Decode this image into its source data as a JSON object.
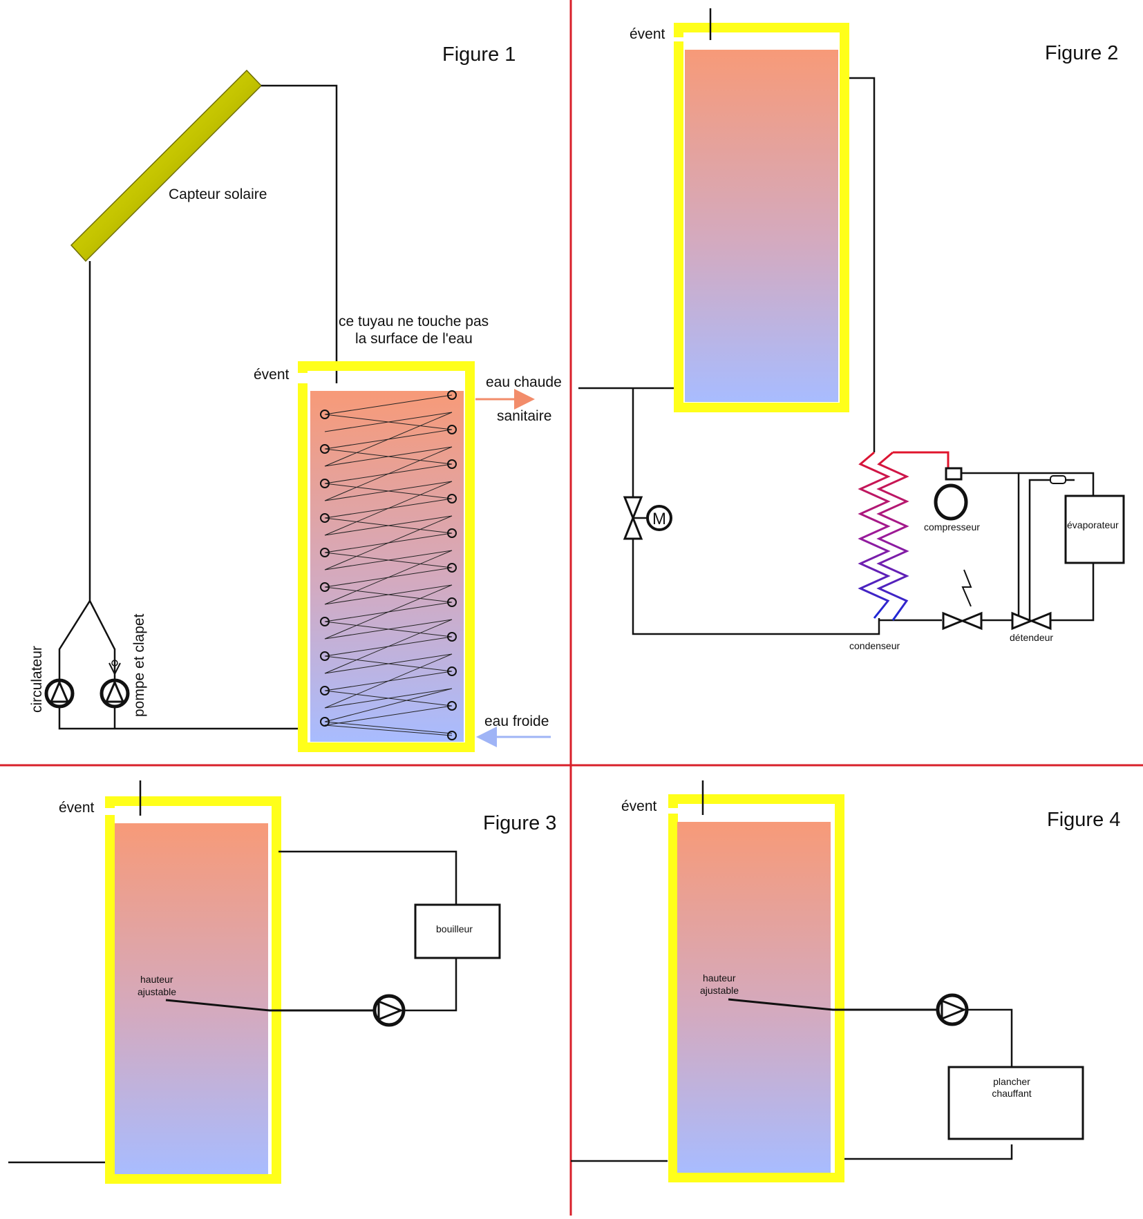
{
  "colors": {
    "divider": "#d8202a",
    "tank_frame": "#ffff1a",
    "water_hot": "#f79a78",
    "water_cold": "#a8bcff",
    "collector": "#b8b800",
    "refrigerant_hot": "#e0142c",
    "refrigerant_cold": "#1a28d8",
    "arrow_hot": "#f28c6a",
    "arrow_cold": "#9fb4f6",
    "pipe": "#111111"
  },
  "figure1": {
    "title": "Figure 1",
    "collector_label": "Capteur solaire",
    "pipe_note_line1": "ce tuyau ne touche pas",
    "pipe_note_line2": "la surface de l'eau",
    "vent_label": "évent",
    "hot_water_line1": "eau chaude",
    "hot_water_line2": "sanitaire",
    "cold_water_label": "eau froide",
    "circulator_label": "circulateur",
    "pump_valve_label": "pompe et clapet",
    "collector_icon": "solar-collector-icon",
    "pump_icon": "pump-icon",
    "coil_icon": "heat-exchanger-coil-icon"
  },
  "figure2": {
    "title": "Figure 2",
    "vent_label": "évent",
    "compressor_label": "compresseur",
    "evaporator_label": "évaporateur",
    "condenser_label": "condenseur",
    "expansion_label": "détendeur",
    "motor_letter": "M",
    "motor_valve_icon": "motorized-valve-icon",
    "expansion_valve_icon": "valve-icon",
    "solenoid_icon": "lightning-icon",
    "filter_icon": "filter-drier-icon"
  },
  "figure3": {
    "title": "Figure 3",
    "vent_label": "évent",
    "boiler_label": "bouilleur",
    "height_line1": "hauteur",
    "height_line2": "ajustable",
    "pump_icon": "pump-icon"
  },
  "figure4": {
    "title": "Figure 4",
    "vent_label": "évent",
    "floor_line1": "plancher",
    "floor_line2": "chauffant",
    "height_line1": "hauteur",
    "height_line2": "ajustable",
    "pump_icon": "pump-icon"
  }
}
